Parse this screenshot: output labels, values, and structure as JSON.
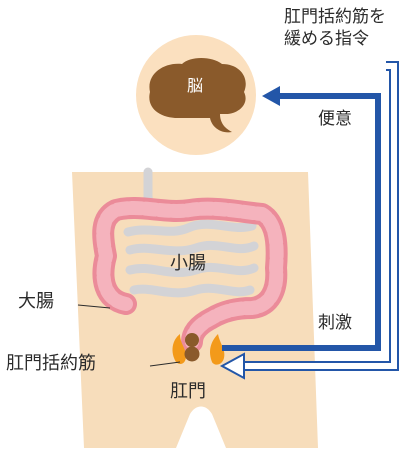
{
  "labels": {
    "instruction_line1": "肛門括約筋を",
    "instruction_line2": "緩める指令",
    "brain": "脳",
    "defecation_urge": "便意",
    "small_intestine": "小腸",
    "large_intestine": "大腸",
    "stimulus": "刺激",
    "anal_sphincter": "肛門括約筋",
    "anus": "肛門"
  },
  "colors": {
    "skin": "#f7ddbb",
    "head_circle": "#fbe0bf",
    "brain": "#8a5a2b",
    "large_intestine": "#eb8b99",
    "large_intestine_fill": "#f5b3bd",
    "small_intestine": "#d3d3d6",
    "stool": "#8a5a2b",
    "sphincter": "#f39a1a",
    "signal_up": "#2356a8",
    "signal_down": "#2356a8"
  }
}
